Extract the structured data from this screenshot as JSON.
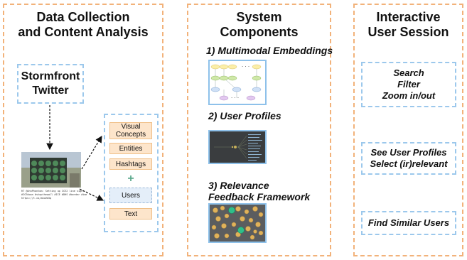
{
  "panels": [
    {
      "title_line1": "Data Collection",
      "title_line2": "and Content Analysis"
    },
    {
      "title_line1": "System",
      "title_line2": "Components"
    },
    {
      "title_line1": "Interactive",
      "title_line2": "User Session"
    }
  ],
  "sources": {
    "line1": "Stormfront",
    "line2": "Twitter"
  },
  "tweet_caption": {
    "line1": "RT @AnnPhantom: Setting up ICE2 line sign...",
    "line2": "#ICEdown #stopthewall #ICE #DHS #border #immigration",
    "line3": "https://t.co/abc#d3q"
  },
  "analysis_items": {
    "visual_concepts": "Visual Concepts",
    "entities": "Entities",
    "hashtags": "Hashtags",
    "plus": "+",
    "users": "Users",
    "text": "Text"
  },
  "components": {
    "c1": "1) Multimodal Embeddings",
    "c2": "2) User Profiles",
    "c3_line1": "3) Relevance",
    "c3_line2": "Feedback Framework"
  },
  "session": {
    "box1": [
      "Search",
      "Filter",
      "Zoom in/out"
    ],
    "box2": [
      "See User Profiles",
      "Select (ir)relevant"
    ],
    "box3": [
      "Find Similar Users"
    ]
  },
  "colors": {
    "panel_border": "#f2b27a",
    "box_border": "#9cc8ec",
    "tag_orange": "#fde5cb",
    "tag_blue": "#e4eef9",
    "plus_green": "#5aa88b"
  }
}
